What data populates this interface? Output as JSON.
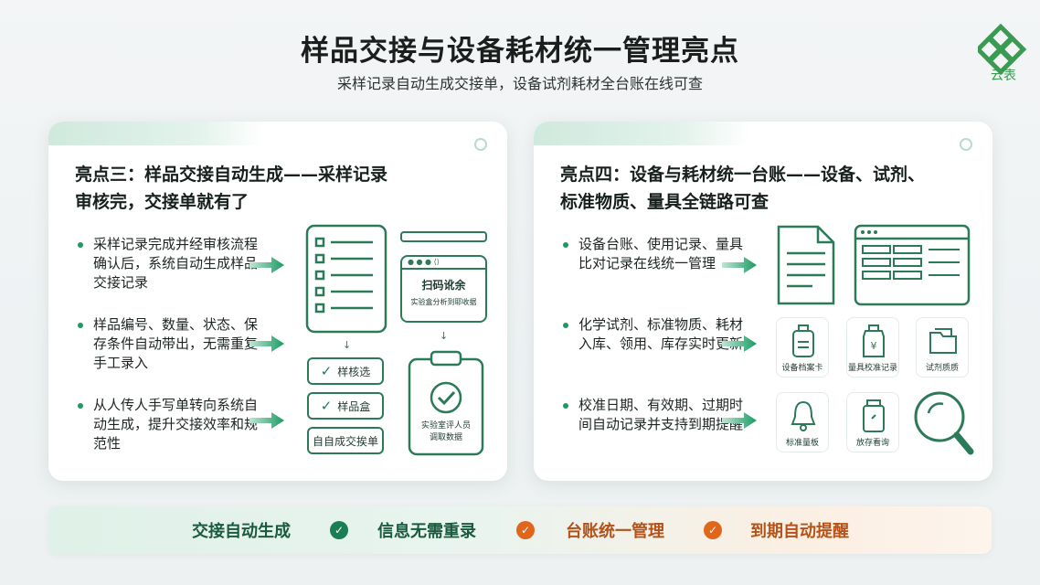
{
  "header": {
    "title": "样品交接与设备耗材统一管理亮点",
    "subtitle": "采样记录自动生成交接单，设备试剂耗材全台账在线可查",
    "logo_text": "云表"
  },
  "left_card": {
    "title_line1": "亮点三：样品交接自动生成——采样记录",
    "title_line2": "审核完，交接单就有了",
    "bullets": [
      "采样记录完成并经审核流程确认后，系统自动生成样品交接记录",
      "样品编号、数量、状态、保存条件自动带出，无需重复手工录入",
      "从人传人手写单转向系统自动生成，提升交接效率和规范性"
    ],
    "illustration": {
      "scan_title": "扫码讹余",
      "scan_sub": "实验盒分析到耶收据",
      "btn_check": "样核选",
      "btn_box": "样品盒",
      "btn_auto": "自自成交挨单",
      "clipboard_text1": "实验室评人员",
      "clipboard_text2": "调取数据"
    }
  },
  "right_card": {
    "title_line1": "亮点四：设备与耗材统一台账——设备、试剂、",
    "title_line2": "标准物质、量具全链路可查",
    "bullets": [
      "设备台账、使用记录、量具比对记录在线统一管理",
      "化学试剂、标准物质、耗材入库、领用、库存实时更新",
      "校准日期、有效期、过期时间自动记录并支持到期提醒"
    ],
    "tiles": {
      "t1": "设备档案卡",
      "t2": "量具校准记录",
      "t3": "试剂质质",
      "t4": "标准量板",
      "t5": "放存看询"
    }
  },
  "footer": {
    "items": [
      {
        "label": "交接自动生成"
      },
      {
        "label": "信息无需重录"
      },
      {
        "label": "台账统一管理"
      },
      {
        "label": "到期自动提醒"
      }
    ],
    "colors": {
      "green": "#1a7d53",
      "orange": "#e0661c"
    }
  }
}
